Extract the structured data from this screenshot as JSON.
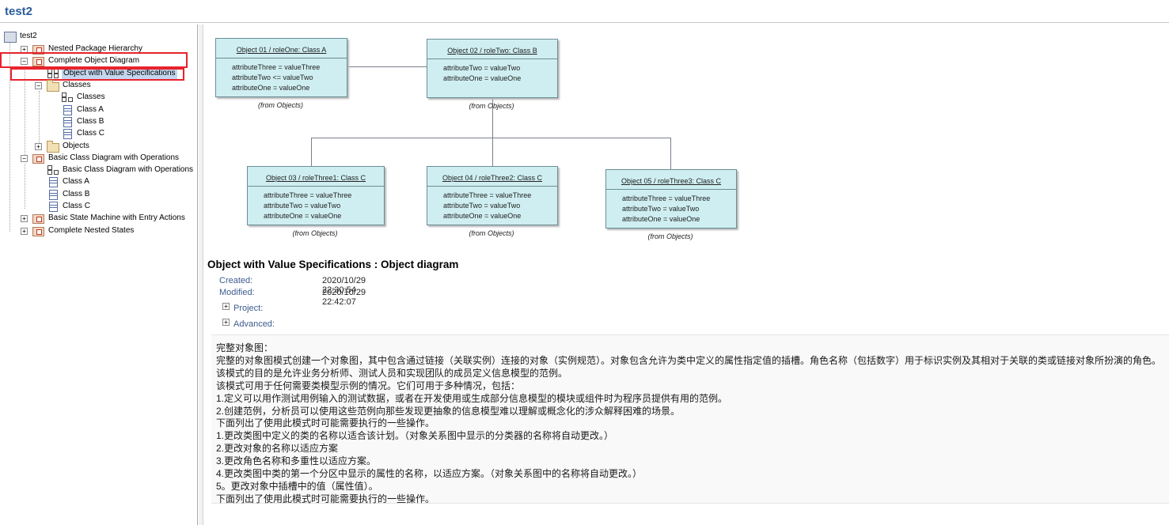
{
  "window": {
    "title": "test2"
  },
  "tree": {
    "root": "test2",
    "nodes": [
      {
        "label": "Nested Package Hierarchy"
      },
      {
        "label": "Complete Object Diagram"
      },
      {
        "label": "Object with Value Specifications"
      },
      {
        "label": "Classes"
      },
      {
        "label": "Classes"
      },
      {
        "label": "Class A"
      },
      {
        "label": "Class B"
      },
      {
        "label": "Class C"
      },
      {
        "label": "Objects"
      },
      {
        "label": "Basic Class Diagram with Operations"
      },
      {
        "label": "Basic Class Diagram with Operations"
      },
      {
        "label": "Class A"
      },
      {
        "label": "Class B"
      },
      {
        "label": "Class C"
      },
      {
        "label": "Basic State Machine with Entry Actions"
      },
      {
        "label": "Complete Nested States"
      }
    ],
    "highlight_color": "#e8232c",
    "selected_color": "#c3d6ee"
  },
  "diagram": {
    "objects": [
      {
        "title": "Object 01 / roleOne: Class A",
        "attrs": [
          "attributeThree = valueThree",
          "attributeTwo <= valueTwo",
          "attributeOne = valueOne"
        ],
        "from": "(from Objects)"
      },
      {
        "title": "Object 02 / roleTwo: Class B",
        "attrs": [
          "attributeTwo = valueTwo",
          "attributeOne = valueOne"
        ],
        "from": "(from Objects)"
      },
      {
        "title": "Object 03 / roleThree1: Class C",
        "attrs": [
          "attributeThree = valueThree",
          "attributeTwo = valueTwo",
          "attributeOne = valueOne"
        ],
        "from": "(from Objects)"
      },
      {
        "title": "Object 04 / roleThree2: Class C",
        "attrs": [
          "attributeThree = valueThree",
          "attributeTwo = valueTwo",
          "attributeOne = valueOne"
        ],
        "from": "(from Objects)"
      },
      {
        "title": "Object 05 / roleThree3: Class C",
        "attrs": [
          "attributeThree = valueThree",
          "attributeTwo = valueTwo",
          "attributeOne = valueOne"
        ],
        "from": "(from Objects)"
      }
    ],
    "object_fill": "#cfeef1"
  },
  "details": {
    "title": "Object with Value Specifications : Object diagram",
    "created_label": "Created:",
    "created_value": "2020/10/29 22:30:54",
    "modified_label": "Modified:",
    "modified_value": "2020/10/29 22:42:07",
    "project_label": "Project:",
    "advanced_label": "Advanced:"
  },
  "notes": [
    "完整对象图：",
    "完整的对象图模式创建一个对象图，其中包含通过链接（关联实例）连接的对象（实例规范）。对象包含允许为类中定义的属性指定值的插槽。角色名称（包括数字）用于标识实例及其相对于关联的类或链接对象所扮演的角色。",
    "该模式的目的是允许业务分析师、测试人员和实现团队的成员定义信息模型的范例。",
    "该模式可用于任何需要类模型示例的情况。它们可用于多种情况，包括：",
    "1.定义可以用作测试用例输入的测试数据，或者在开发使用或生成部分信息模型的模块或组件时为程序员提供有用的范例。",
    "2.创建范例，分析员可以使用这些范例向那些发现更抽象的信息模型难以理解或概念化的涉众解释困难的场景。",
    "下面列出了使用此模式时可能需要执行的一些操作。",
    "1.更改类图中定义的类的名称以适合该计划。（对象关系图中显示的分类器的名称将自动更改。）",
    "2.更改对象的名称以适应方案",
    "3.更改角色名称和多重性以适应方案。",
    "4.更改类图中类的第一个分区中显示的属性的名称，以适应方案。（对象关系图中的名称将自动更改。）",
    "5。更改对象中插槽中的值（属性值）。",
    "下面列出了使用此模式时可能需要执行的一些操作。"
  ]
}
